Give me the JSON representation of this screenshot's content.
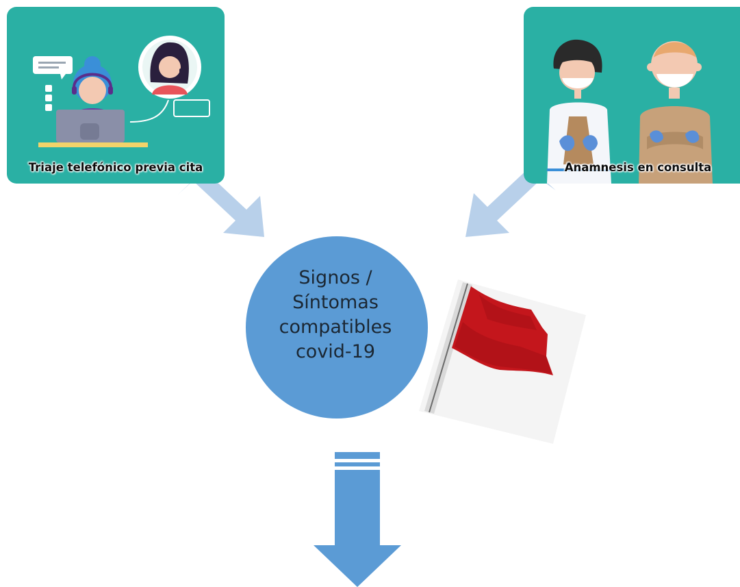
{
  "panels": {
    "left": {
      "caption": "Triaje telefónico previa cita",
      "background": "#2ab0a4"
    },
    "right": {
      "caption": "Anamnesis en consulta",
      "background": "#2ab0a4"
    }
  },
  "center": {
    "lines": [
      "Signos /",
      "Síntomas",
      "compatibles",
      "covid-19"
    ],
    "circle_color": "#5b9bd5"
  },
  "flag": {
    "color": "#c4161c"
  },
  "arrows": {
    "input_color": "#b8d0ea",
    "output_color": "#5b9bd5"
  }
}
